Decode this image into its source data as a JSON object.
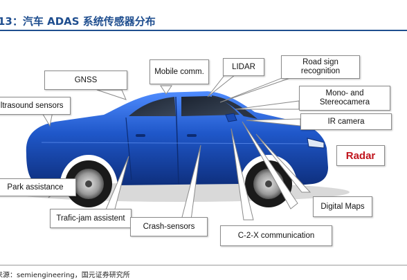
{
  "figure": {
    "title": "13：汽车 ADAS 系统传感器分布",
    "source": "来源：semiengineering，国元证券研究所"
  },
  "labels": {
    "gnss": "GNSS",
    "mobile": "Mobile comm.",
    "lidar": "LIDAR",
    "road_sign": "Road sign recognition",
    "ultrasound": "Ultrasound sensors",
    "mono": "Mono- and Stereocamera",
    "ir": "IR camera",
    "radar": "Radar",
    "park": "Park assistance",
    "trafic": "Trafic-jam assistent",
    "crash": "Crash-sensors",
    "c2x": "C-2-X communication",
    "maps": "Digital Maps"
  },
  "colors": {
    "title": "#1f4e8f",
    "car_body": "#1f57c9",
    "radar_text": "#c0141c"
  }
}
